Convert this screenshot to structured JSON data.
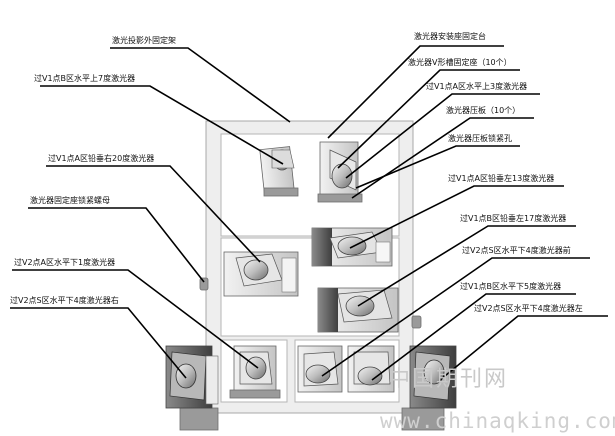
{
  "labels": {
    "l1": "激光投影外固定架",
    "l2": "过V1点B区水平上7度激光器",
    "l3": "过V1点A区铅垂右20度激光器",
    "l4": "激光器固定座锁紧螺母",
    "l5": "过V2点A区水平下1度激光器",
    "l6": "过V2点S区水平下4度激光器右",
    "r1": "激光器安装座固定台",
    "r2": "激光器V形槽固定座（10个）",
    "r3": "过V1点A区水平上3度激光器",
    "r4": "激光器压板（10个）",
    "r5": "激光器压板锁紧孔",
    "r6": "过V1点A区铅垂左13度激光器",
    "r7": "过V1点B区铅垂左17度激光器",
    "r8": "过V2点S区水平下4度激光器前",
    "r9": "过V1点B区水平下5度激光器",
    "r10": "过V2点S区水平下4度激光器左"
  },
  "watermark": {
    "cn": "中国期刊网",
    "url": "www.chinaqking.com"
  }
}
